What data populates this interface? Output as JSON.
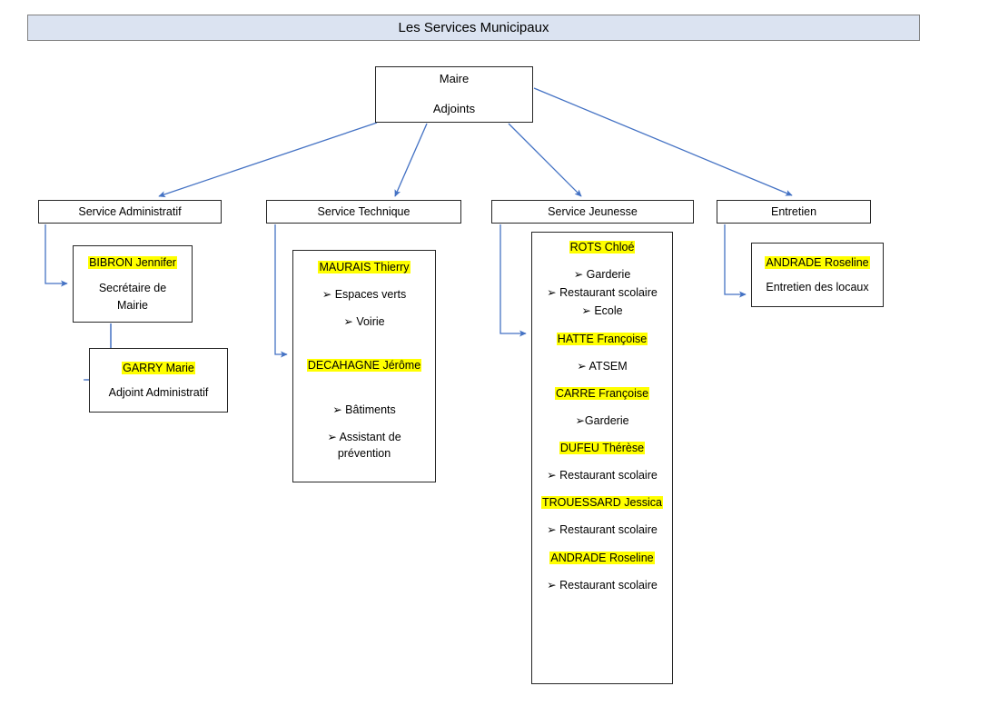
{
  "banner": {
    "title": "Les Services Municipaux"
  },
  "root": {
    "line1": "Maire",
    "line2": "Adjoints"
  },
  "departments": {
    "administratif": {
      "header": "Service Administratif"
    },
    "technique": {
      "header": "Service Technique"
    },
    "jeunesse": {
      "header": "Service Jeunesse"
    },
    "entretien": {
      "header": "Entretien"
    }
  },
  "cards": {
    "bibron": {
      "name": "BIBRON Jennifer",
      "role": "Secrétaire de\nMairie"
    },
    "garry": {
      "name": "GARRY Marie",
      "role": "Adjoint Administratif"
    },
    "technique": {
      "people": [
        {
          "name": "MAURAIS Thierry",
          "tasks": [
            "➢ Espaces verts",
            "➢ Voirie"
          ]
        },
        {
          "name": "DECAHAGNE Jérôme",
          "tasks": [
            "➢ Bâtiments",
            "➢ Assistant de\nprévention"
          ]
        }
      ]
    },
    "jeunesse": {
      "people": [
        {
          "name": "ROTS Chloé",
          "tasks": [
            "➢ Garderie",
            "➢ Restaurant scolaire",
            "➢ Ecole"
          ]
        },
        {
          "name": "HATTE Françoise",
          "tasks": [
            "➢ ATSEM"
          ]
        },
        {
          "name": "CARRE Françoise",
          "tasks": [
            "➢Garderie"
          ]
        },
        {
          "name": "DUFEU Thérèse",
          "tasks": [
            "➢ Restaurant scolaire"
          ]
        },
        {
          "name": "TROUESSARD Jessica",
          "tasks": [
            "➢ Restaurant scolaire"
          ]
        },
        {
          "name": "ANDRADE Roseline",
          "tasks": [
            "➢ Restaurant scolaire"
          ]
        }
      ]
    },
    "entretien": {
      "name": "ANDRADE Roseline",
      "role": "Entretien des locaux"
    }
  },
  "colors": {
    "banner_fill": "#dbe3f1",
    "banner_border": "#808080",
    "connector": "#4472c4",
    "box_border": "#262626",
    "highlight": "#ffff00"
  }
}
